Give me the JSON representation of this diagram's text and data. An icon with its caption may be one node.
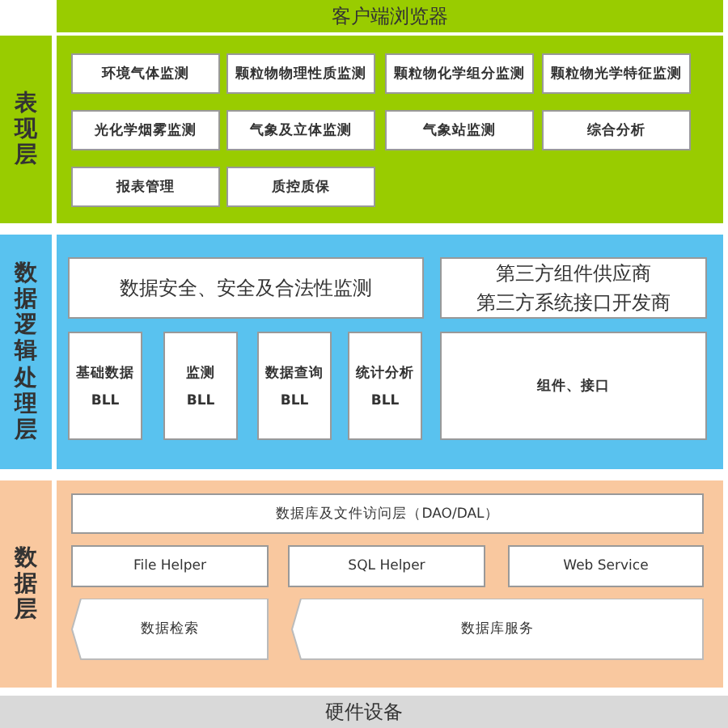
{
  "diagram": {
    "nodes": [
      {
        "text": [
          "客户端浏览器"
        ]
      },
      {
        "text": [
          "表现层"
        ]
      },
      {
        "text": [],
        "shape": "box"
      },
      {
        "text": [
          "环境气体监测"
        ],
        "in": 2
      },
      {
        "text": [
          "颗粒物物理性质监测"
        ],
        "in": 2
      },
      {
        "text": [
          "颗粒物化学组分监测"
        ],
        "in": 2
      },
      {
        "text": [
          "颗粒物光学特征监测"
        ],
        "in": 2
      },
      {
        "text": [
          "光化学烟雾监测"
        ],
        "in": 2
      },
      {
        "text": [
          "气象及立体监测"
        ],
        "in": 2
      },
      {
        "text": [
          "气象站监测"
        ],
        "in": 2
      },
      {
        "text": [
          "综合分析"
        ],
        "in": 2
      },
      {
        "text": [
          "报表管理"
        ],
        "in": 2
      },
      {
        "text": [
          "质控质保"
        ],
        "in": 2
      },
      {
        "text": [
          "数据逻辑处理层"
        ]
      },
      {
        "text": [],
        "shape": "box"
      },
      {
        "text": [
          "数据安全、安全及合法性监测"
        ],
        "in": 14
      },
      {
        "text": [
          "第三方组件供应商",
          "第三方系统接口开发商"
        ],
        "in": 14
      },
      {
        "text": [
          "基础数据",
          "BLL"
        ],
        "in": 14
      },
      {
        "text": [
          "监测",
          "BLL"
        ],
        "in": 14
      },
      {
        "text": [
          "数据查询",
          "BLL"
        ],
        "in": 14
      },
      {
        "text": [
          "统计分析",
          "BLL"
        ],
        "in": 14
      },
      {
        "text": [
          "组件、接口"
        ],
        "in": 14
      },
      {
        "text": [
          "数据层"
        ]
      },
      {
        "text": [],
        "shape": "box"
      },
      {
        "text": [
          "数据库及文件访问层（DAO/DAL）"
        ],
        "in": 23
      },
      {
        "text": [
          "File Helper"
        ],
        "in": 23
      },
      {
        "text": [
          "SQL Helper"
        ],
        "in": 23
      },
      {
        "text": [
          "Web Service"
        ],
        "in": 23
      },
      {
        "text": [
          "数据检索"
        ],
        "in": 23
      },
      {
        "text": [
          "数据库服务"
        ],
        "in": 23
      },
      {
        "text": [
          "硬件设备"
        ]
      }
    ],
    "edges": []
  }
}
